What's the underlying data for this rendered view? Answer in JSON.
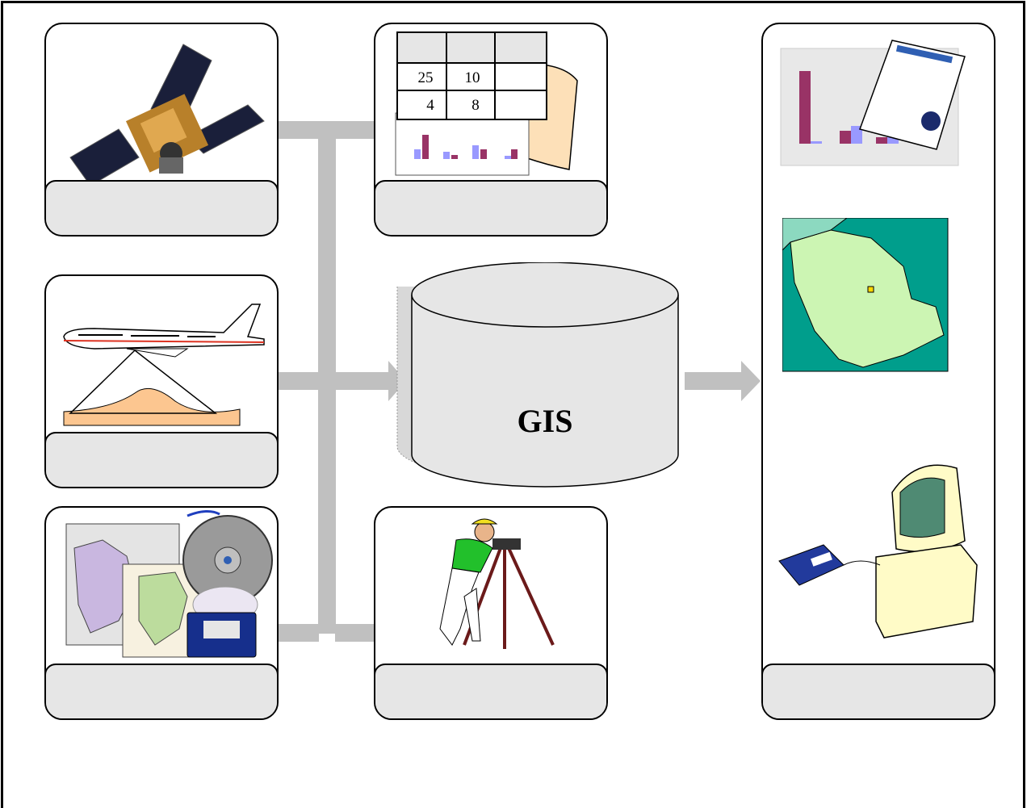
{
  "diagram": {
    "center_label": "GIS",
    "table_values": {
      "r1c1": "25",
      "r1c2": "10",
      "r2c1": "4",
      "r2c2": "8"
    },
    "card_labels": {
      "satellite": "",
      "tabular": "",
      "aerial": "",
      "maps_media": "",
      "survey": "",
      "outputs": ""
    }
  },
  "colors": {
    "connector": "#c0c0c0",
    "card_label_bg": "#e6e6e6",
    "map_land": "#ccf5b3",
    "map_sea": "#009e8c",
    "bar_purple": "#993366",
    "bar_blue": "#9999ff"
  },
  "icons": [
    "satellite-icon",
    "aerial-survey-icon",
    "maps-media-icon",
    "spreadsheet-icon",
    "surveyor-icon",
    "report-icon",
    "map-output-icon",
    "computer-icon"
  ]
}
